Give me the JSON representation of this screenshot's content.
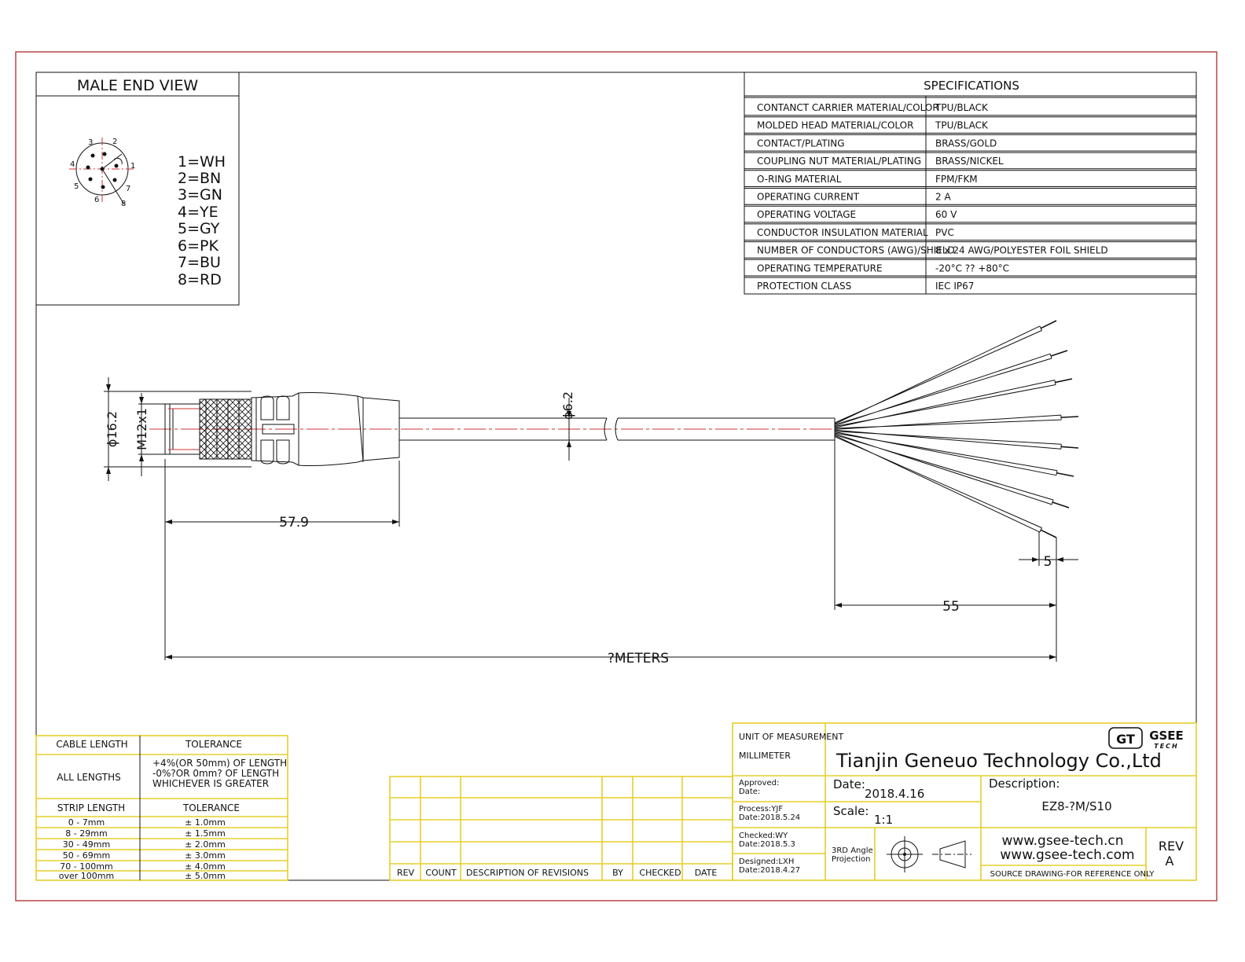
{
  "male_end_view": {
    "title": "MALE END VIEW",
    "pin_numbers": [
      "1",
      "2",
      "3",
      "4",
      "5",
      "6",
      "7",
      "8"
    ],
    "pin_colors": [
      "1=WH",
      "2=BN",
      "3=GN",
      "4=YE",
      "5=GY",
      "6=PK",
      "7=BU",
      "8=RD"
    ]
  },
  "specifications": {
    "title": "SPECIFICATIONS",
    "rows": [
      {
        "label": "CONTANCT CARRIER MATERIAL/COLOR",
        "value": "TPU/BLACK"
      },
      {
        "label": "MOLDED HEAD MATERIAL/COLOR",
        "value": "TPU/BLACK"
      },
      {
        "label": "CONTACT/PLATING",
        "value": "BRASS/GOLD"
      },
      {
        "label": "COUPLING NUT MATERIAL/PLATING",
        "value": "BRASS/NICKEL"
      },
      {
        "label": "O-RING MATERIAL",
        "value": "FPM/FKM"
      },
      {
        "label": "OPERATING CURRENT",
        "value": "2 A"
      },
      {
        "label": "OPERATING VOLTAGE",
        "value": "60 V"
      },
      {
        "label": "CONDUCTOR INSULATION MATERIAL",
        "value": "PVC"
      },
      {
        "label": "NUMBER OF CONDUCTORS (AWG)/SHIELD",
        "value": "8 x 24 AWG/POLYESTER FOIL SHIELD"
      },
      {
        "label": "OPERATING TEMPERATURE",
        "value": "-20°C ?? +80°C"
      },
      {
        "label": "PROTECTION CLASS",
        "value": "IEC  IP67"
      }
    ]
  },
  "dimensions": {
    "head_diameter": "ϕ16.2",
    "thread": "M12x1",
    "cable_diameter": "ϕ6.2",
    "head_length": "57.9",
    "strip_short": "5",
    "strip_long": "55",
    "total_length": "?METERS"
  },
  "cable_tolerance": {
    "header_left": "CABLE LENGTH",
    "header_right": "TOLERANCE",
    "all_lengths_label": "ALL LENGTHS",
    "all_lengths_lines": [
      "+4%(OR 50mm) OF LENGTH",
      "-0%?OR 0mm? OF LENGTH",
      "WHICHEVER  IS  GREATER"
    ],
    "strip_header_left": "STRIP LENGTH",
    "strip_header_right": "TOLERANCE",
    "strip_rows": [
      {
        "length": "0 - 7mm",
        "tol": "± 1.0mm"
      },
      {
        "length": "8 - 29mm",
        "tol": "± 1.5mm"
      },
      {
        "length": "30 - 49mm",
        "tol": "± 2.0mm"
      },
      {
        "length": "50 - 69mm",
        "tol": "± 3.0mm"
      },
      {
        "length": "70 - 100mm",
        "tol": "± 4.0mm"
      },
      {
        "length": "over 100mm",
        "tol": "± 5.0mm"
      }
    ]
  },
  "revisions": {
    "headers": [
      "REV",
      "COUNT",
      "DESCRIPTION  OF  REVISIONS",
      "BY",
      "CHECKED",
      "DATE"
    ]
  },
  "title_block": {
    "unit_label": "UNIT OF MEASUREMENT",
    "unit_value": "MILLIMETER",
    "company": "Tianjin Geneuo Technology Co.,Ltd",
    "logo_mark": "GT",
    "logo_name": "GSEE",
    "logo_sub": "TECH",
    "approved_label": "Approved:",
    "approved_date": "Date:",
    "process": "Process:YJF",
    "process_date": "Date:2018.5.24",
    "checked": "Checked:WY",
    "checked_date": "Date:2018.5.3",
    "designed": "Designed:LXH",
    "designed_date": "Date:2018.4.27",
    "date_label": "Date:",
    "date_value": "2018.4.16",
    "scale_label": "Scale:",
    "scale_value": "1:1",
    "projection_line1": "3RD Angle",
    "projection_line2": "Projection",
    "description_label": "Description:",
    "description_value": "EZ8-?M/S10",
    "website1": "www.gsee-tech.cn",
    "website2": "www.gsee-tech.com",
    "rev_label": "REV",
    "rev_value": "A",
    "source_note": "SOURCE DRAWING-FOR REFERENCE ONLY"
  },
  "colors": {
    "frame": "#b03a3a",
    "table_border": "#e6cf2a",
    "center_line": "#cc3333",
    "ink": "#111111"
  }
}
